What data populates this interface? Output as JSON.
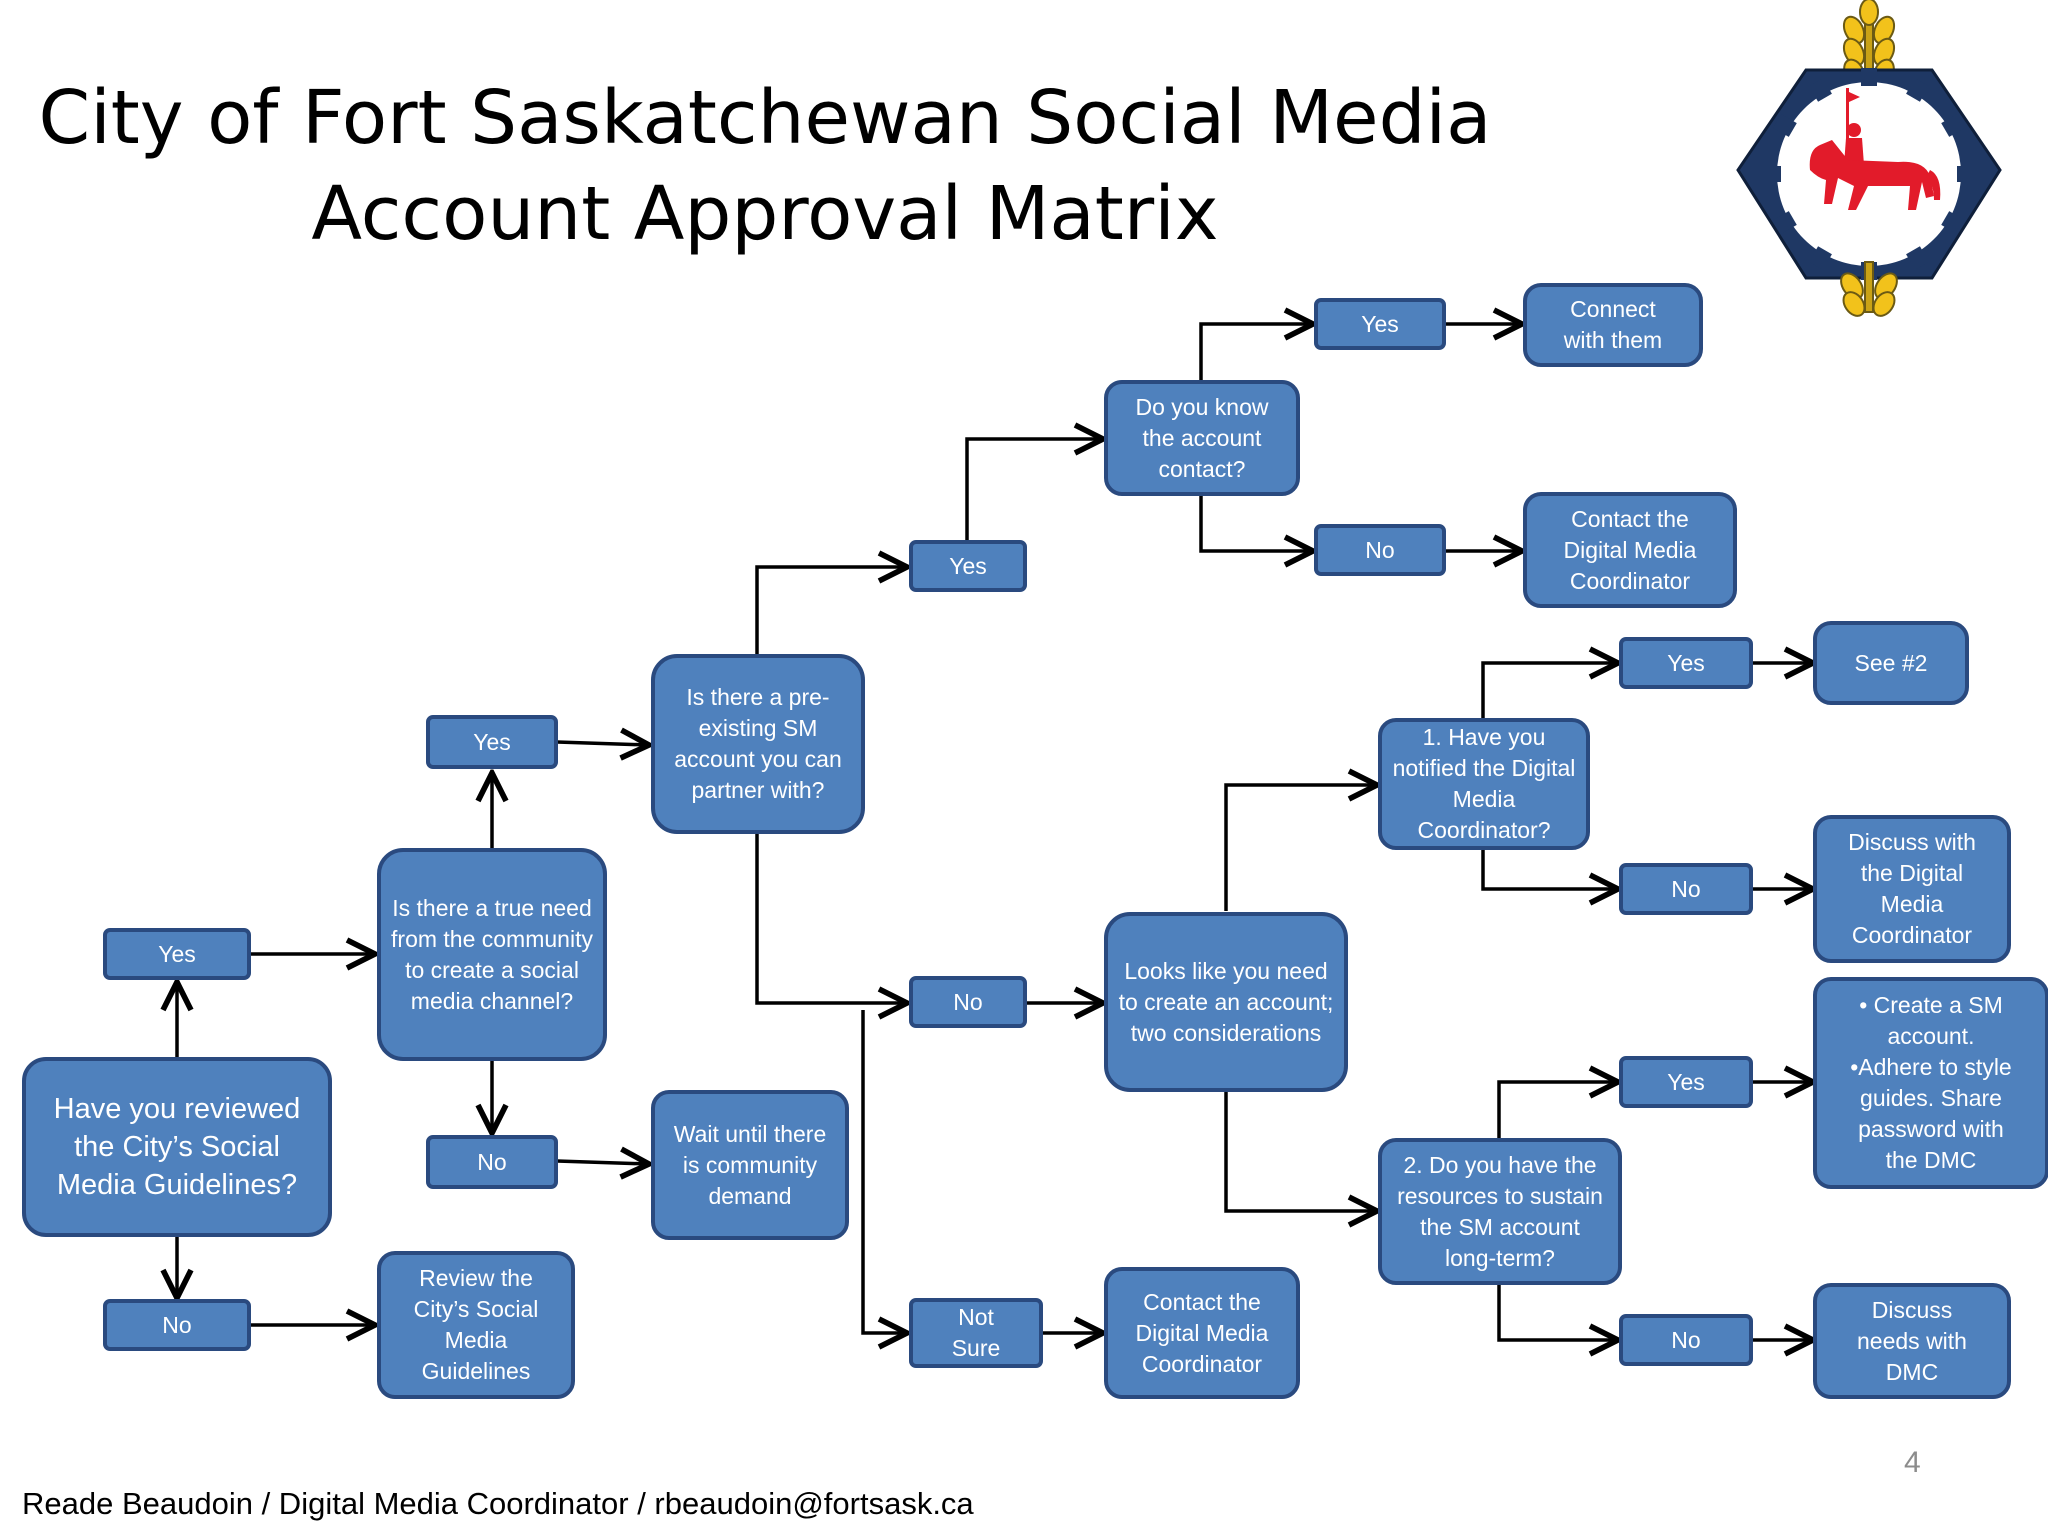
{
  "title": {
    "line1": "City of Fort Saskatchewan Social Media",
    "line2": "Account Approval Matrix"
  },
  "nodes": {
    "q_reviewed": "Have you reviewed the City’s Social Media Guidelines?",
    "ans_yes_1": "Yes",
    "ans_no_1": "No",
    "res_review": "Review the City’s Social Media Guidelines",
    "q_true_need": "Is there a true need from the community to create a social media channel?",
    "ans_yes_2": "Yes",
    "ans_no_2": "No",
    "res_wait": "Wait until there is community demand",
    "q_preexisting": "Is there a pre-existing SM account you can partner with?",
    "ans_yes_3": "Yes",
    "ans_no_3": "No",
    "ans_not_sure": "Not Sure",
    "res_contact_dmc_notsure": "Contact the Digital Media Coordinator",
    "q_know_contact": "Do you know the account contact?",
    "ans_yes_4": "Yes",
    "ans_no_4": "No",
    "res_connect": "Connect with them",
    "res_contact_dmc": "Contact the Digital Media Coordinator",
    "res_create_considerations": "Looks like you need to create an account; two considerations",
    "q_notified": "1. Have you notified the Digital Media Coordinator?",
    "ans_yes_5": "Yes",
    "ans_no_5": "No",
    "res_see2": "See #2",
    "res_discuss_dmc": "Discuss with the Digital Media Coordinator",
    "q_resources": "2. Do you have the resources to sustain the SM account long-term?",
    "ans_yes_6": "Yes",
    "ans_no_6": "No",
    "res_create_account": "• Create a SM account.\n•Adhere to style guides. Share password with the DMC",
    "res_discuss_needs": "Discuss needs with DMC"
  },
  "footer": "Reade Beaudoin / Digital Media Coordinator / rbeaudoin@fortsask.ca",
  "page_number": "4",
  "colors": {
    "box_fill": "#4f81bd",
    "box_border": "#2a4a7f",
    "logo_navy": "#1f3864",
    "logo_red": "#e21b2a",
    "logo_gold": "#f2c21b"
  }
}
